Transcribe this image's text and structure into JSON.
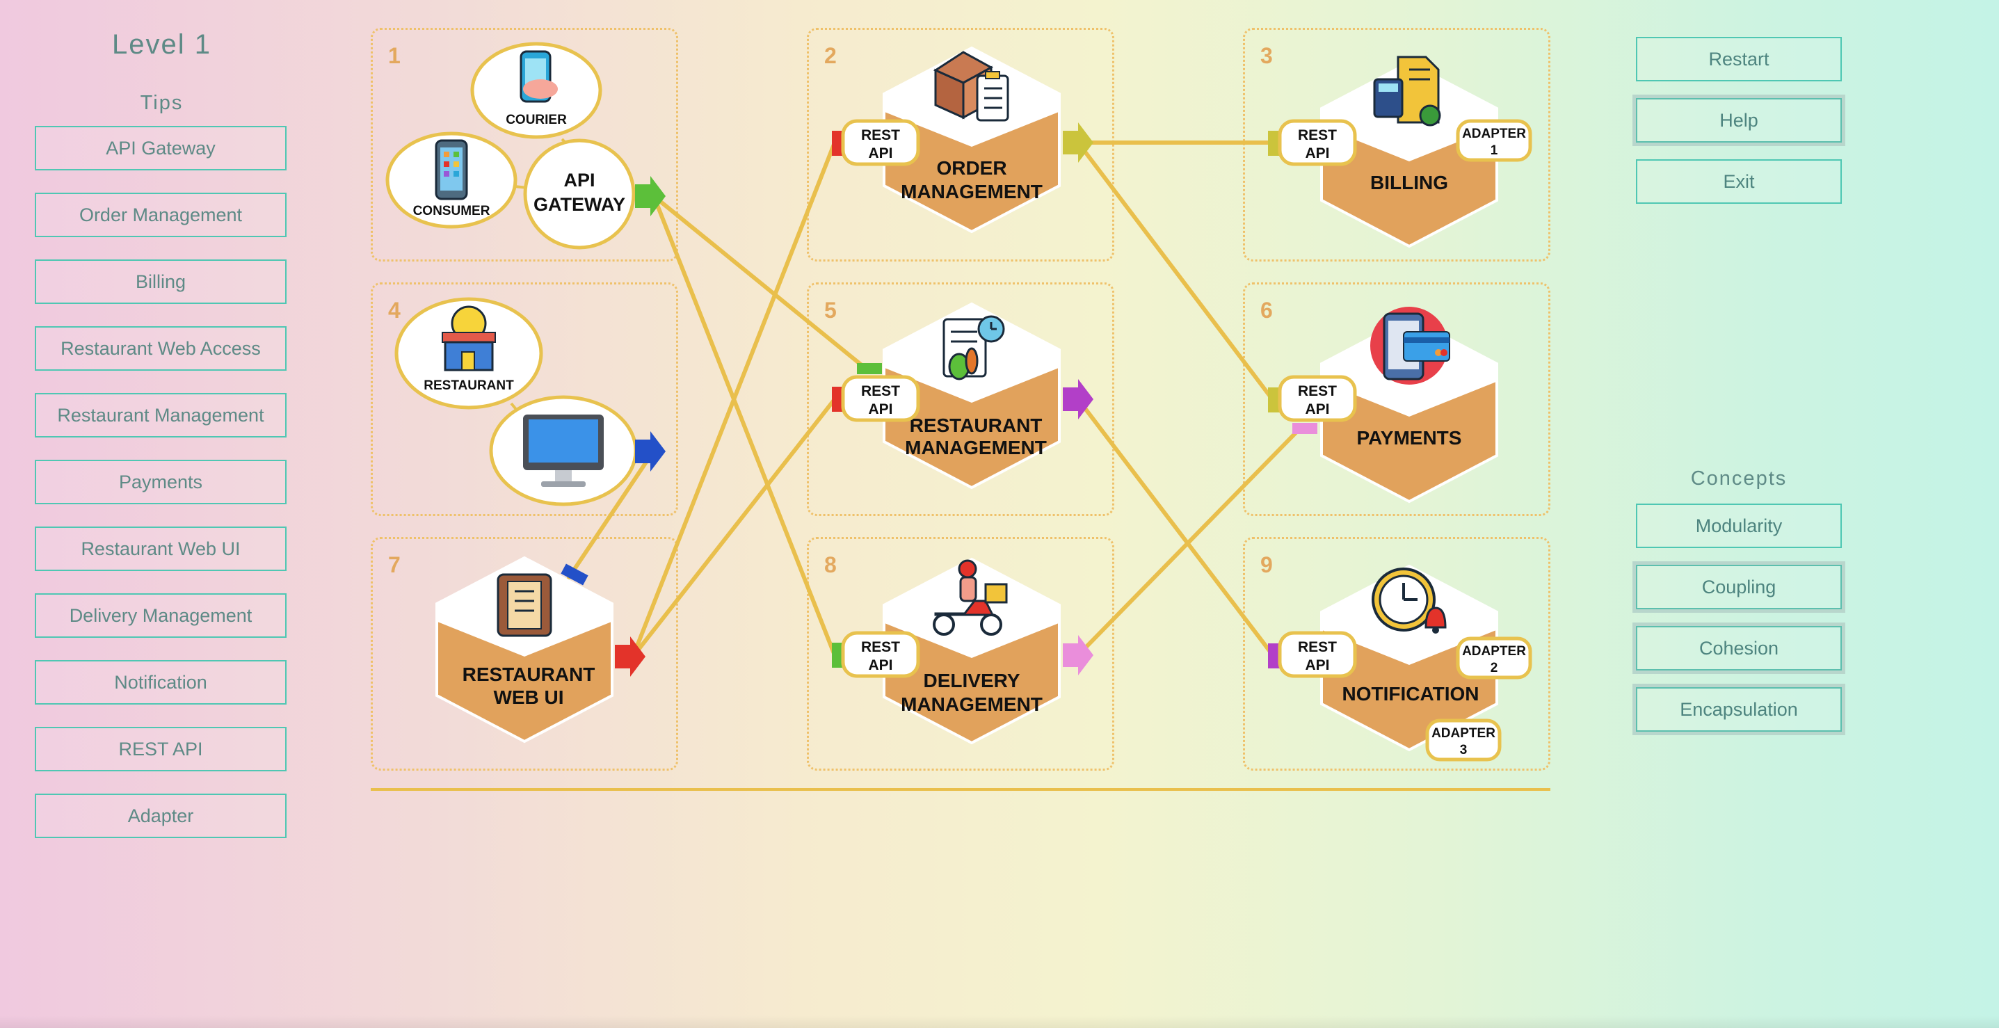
{
  "level_title": "Level 1",
  "tips": {
    "title": "Tips",
    "items": [
      "API Gateway",
      "Order Management",
      "Billing",
      "Restaurant Web Access",
      "Restaurant Management",
      "Payments",
      "Restaurant Web UI",
      "Delivery Management",
      "Notification",
      "REST API",
      "Adapter"
    ]
  },
  "controls": {
    "restart": "Restart",
    "help": "Help",
    "exit": "Exit"
  },
  "concepts": {
    "title": "Concepts",
    "items": [
      "Modularity",
      "Coupling",
      "Cohesion",
      "Encapsulation"
    ]
  },
  "slots": [
    "1",
    "2",
    "3",
    "4",
    "5",
    "6",
    "7",
    "8",
    "9"
  ],
  "gateway": {
    "courier": "COURIER",
    "consumer": "CONSUMER",
    "api1": "API",
    "api2": "GATEWAY",
    "restaurant": "RESTAURANT"
  },
  "services": {
    "order1": "ORDER",
    "order2": "MANAGEMENT",
    "billing": "BILLING",
    "resto1": "RESTAURANT",
    "resto2": "MANAGEMENT",
    "payments": "PAYMENTS",
    "webui1": "RESTAURANT",
    "webui2": "WEB UI",
    "delivery1": "DELIVERY",
    "delivery2": "MANAGEMENT",
    "notification": "NOTIFICATION"
  },
  "ports": {
    "rest1": "REST",
    "rest2": "API",
    "adapter": "ADAPTER",
    "adapter1": "1",
    "adapter2": "2",
    "adapter3": "3"
  },
  "colors": {
    "accent": "#4fc7b3",
    "text": "#5e8a86",
    "hex": "#e1a25c",
    "slot_border": "#efc16a",
    "wire": "#e9bf4c",
    "green": "#5cbf3a",
    "blue": "#2350c8",
    "red": "#e3332a",
    "olive": "#cbc43c",
    "purple": "#b23fc8",
    "pink": "#ea8edb"
  }
}
